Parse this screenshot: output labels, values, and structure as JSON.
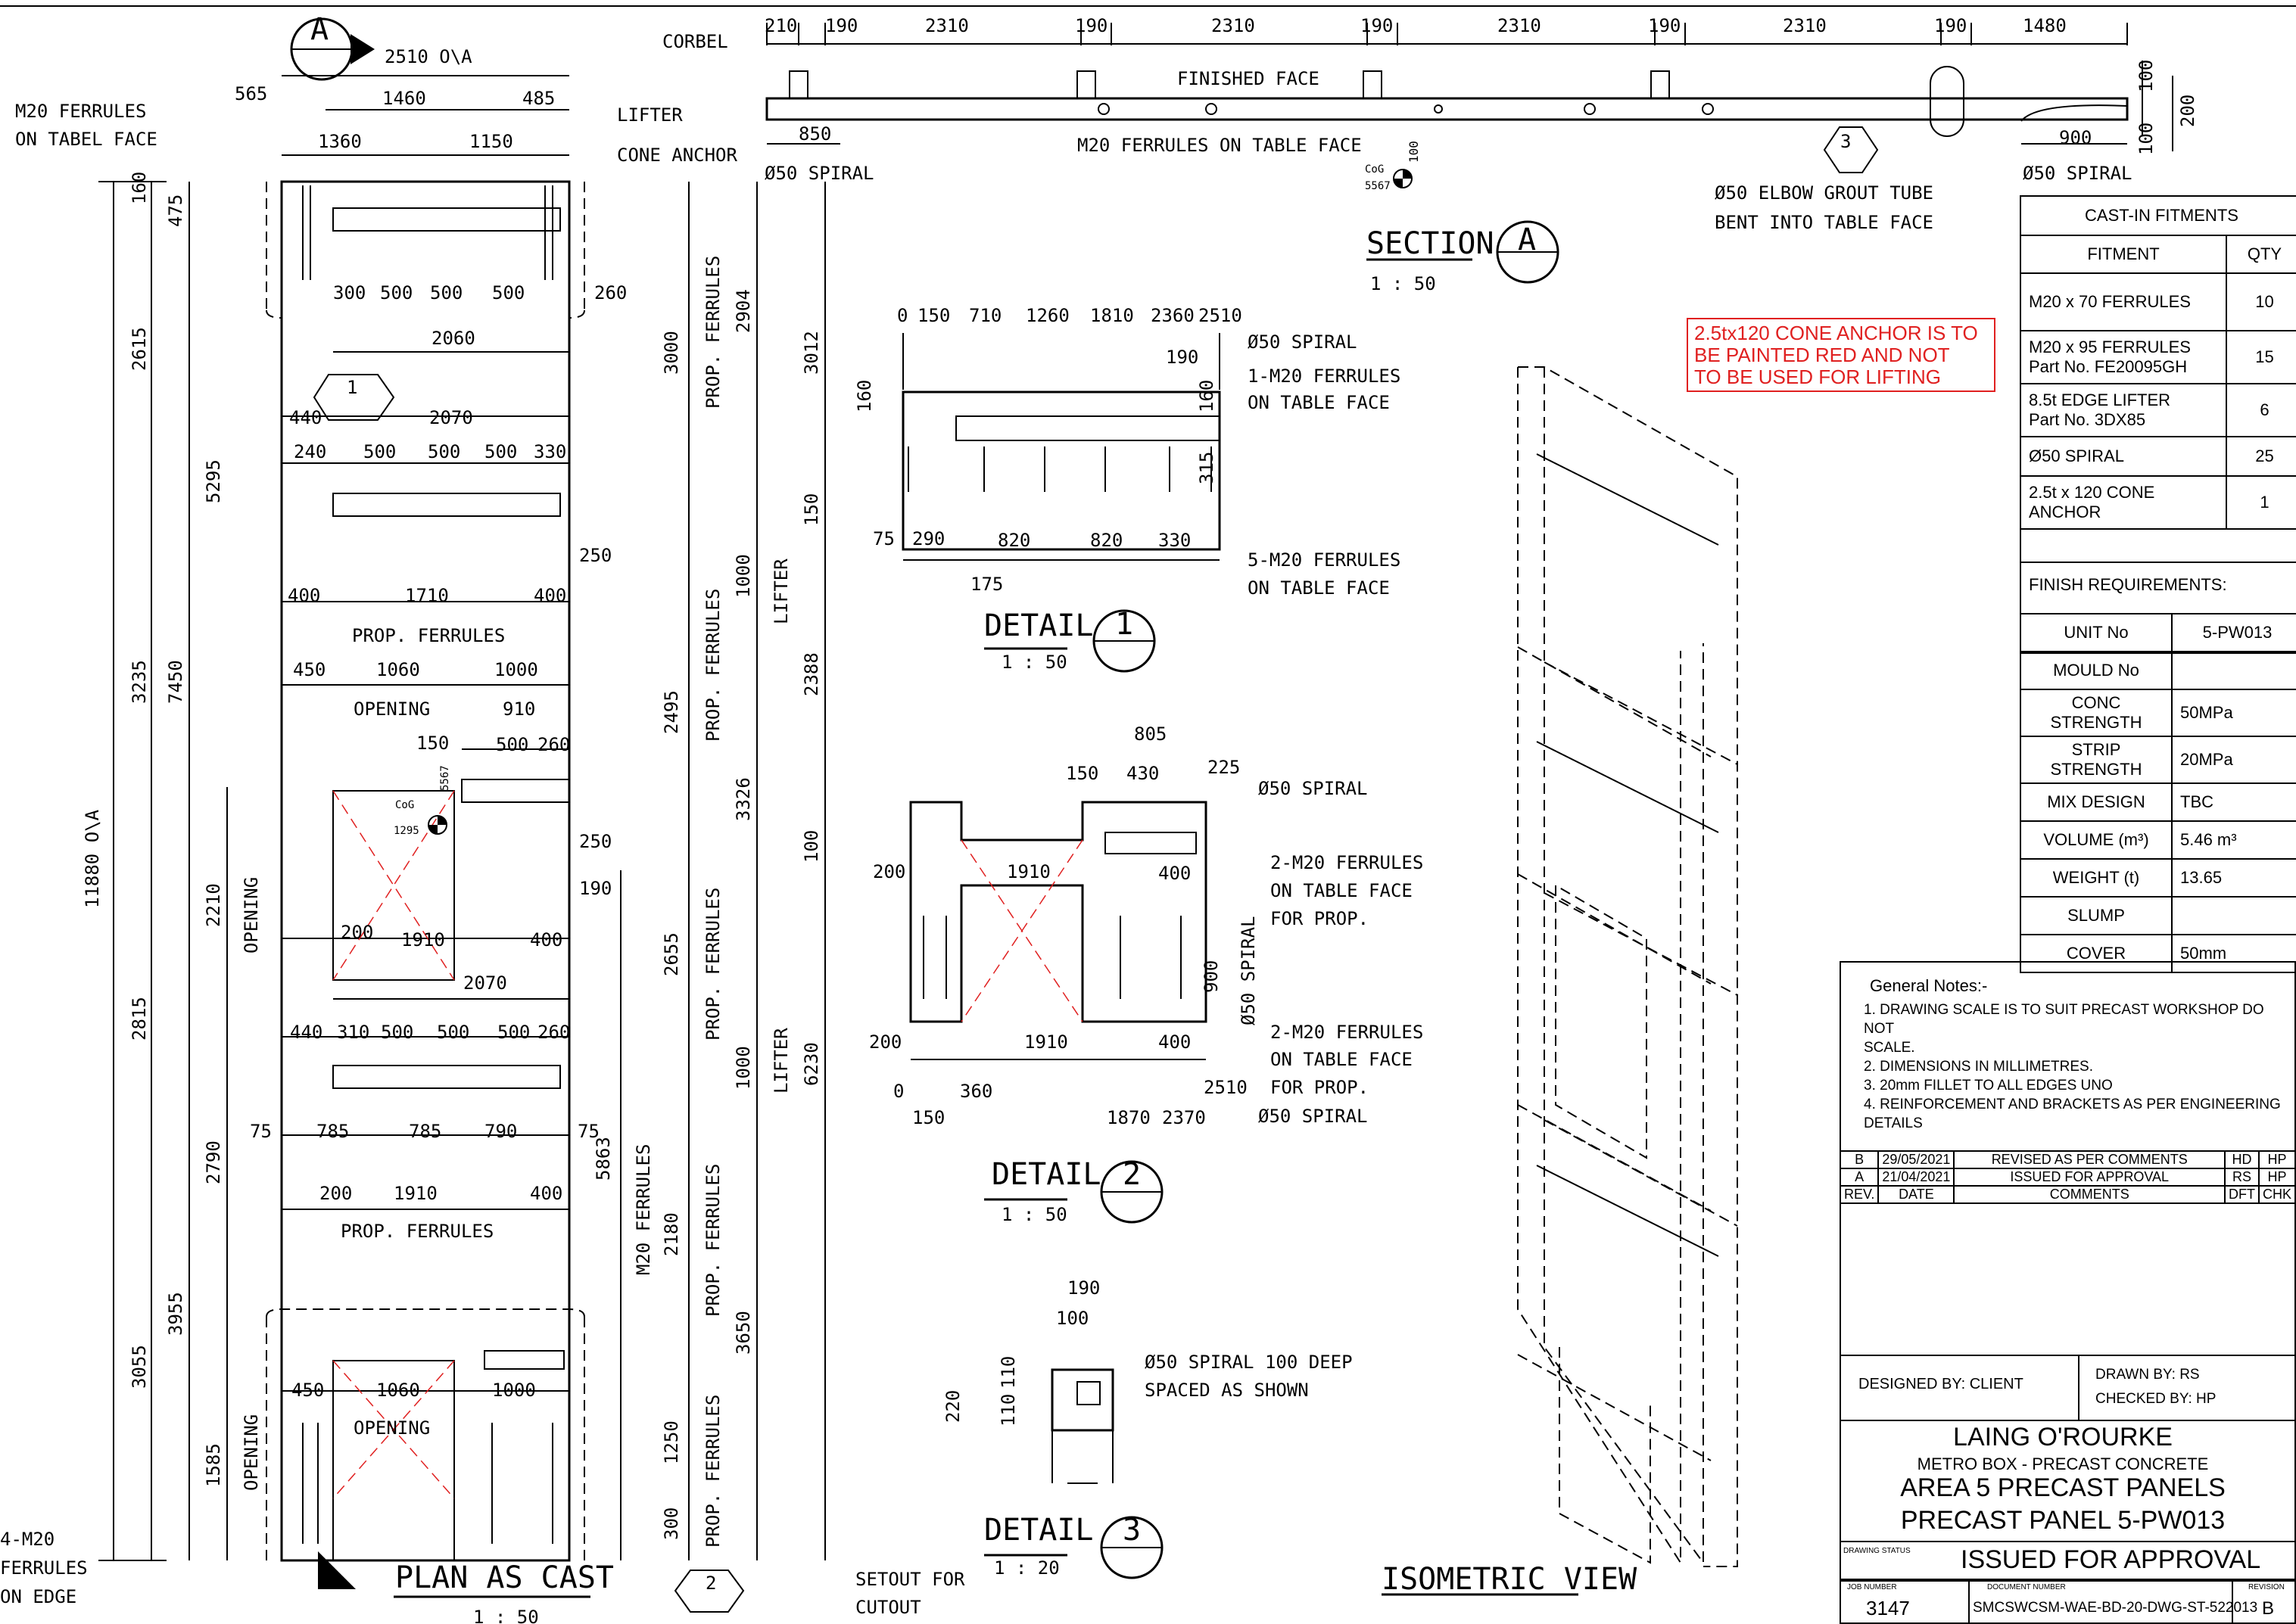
{
  "labels": {
    "ferrules_table_face_left": [
      "M20 FERRULES",
      "ON TABEL FACE"
    ],
    "corbel": "CORBEL",
    "lifter": "LIFTER",
    "cone_anchor": "CONE ANCHOR",
    "finished_face": "FINISHED FACE",
    "m20_table_face": "M20 FERRULES ON TABLE FACE",
    "spiral_50": "Ø50 SPIRAL",
    "spiral_50_right": "Ø50 SPIRAL",
    "elbow": [
      "Ø50 ELBOW GROUT TUBE",
      "BENT INTO TABLE FACE"
    ],
    "overall": "11880 O\\A",
    "top_overall": "2510 O\\A",
    "opening": "OPENING",
    "prop_ferrules": "PROP. FERRULES",
    "m20_ferrules": "M20 FERRULES",
    "lifter_v": "LIFTER",
    "four_m20": [
      "4-M20",
      "FERRULES",
      "ON EDGE"
    ],
    "setout": [
      "SETOUT FOR",
      "CUTOUT"
    ],
    "cog": "CoG",
    "cog_val": "5567",
    "cog_val2": "1295"
  },
  "views": {
    "section": {
      "title": "SECTION",
      "mark": "A",
      "sub": "-",
      "scale": "1 : 50"
    },
    "plan": {
      "title": "PLAN AS CAST",
      "scale": "1 : 50"
    },
    "detail1": {
      "title": "DETAIL",
      "mark": "1",
      "sub": "-",
      "scale": "1 : 50"
    },
    "detail2": {
      "title": "DETAIL",
      "mark": "2",
      "sub": "-",
      "scale": "1 : 50"
    },
    "detail3": {
      "title": "DETAIL",
      "mark": "3",
      "sub": "-",
      "scale": "1 : 20"
    },
    "iso": {
      "title": "ISOMETRIC VIEW"
    }
  },
  "section_marker": {
    "mark": "A",
    "sub": "-"
  },
  "callouts": {
    "c3": "3",
    "c2": "2",
    "c1": "1",
    "dash": "-"
  },
  "detail1_labels": {
    "spiral": "Ø50 SPIRAL",
    "f1": [
      "1-M20 FERRULES",
      "ON TABLE FACE"
    ],
    "f5": [
      "5-M20 FERRULES",
      "ON TABLE FACE"
    ]
  },
  "detail2_labels": {
    "spiral": "Ø50 SPIRAL",
    "f2a": [
      "2-M20 FERRULES",
      "ON TABLE FACE",
      "FOR PROP."
    ],
    "f2b": [
      "2-M20 FERRULES",
      "ON TABLE FACE",
      "FOR PROP."
    ],
    "spiral_bottom": "Ø50 SPIRAL",
    "spiral_v": "Ø50 SPIRAL"
  },
  "detail3_labels": {
    "spiral": [
      "Ø50 SPIRAL 100 DEEP",
      "SPACED AS SHOWN"
    ]
  },
  "dims": {
    "top": [
      "210",
      "190",
      "2310",
      "190",
      "2310",
      "190",
      "2310",
      "190",
      "2310",
      "190",
      "1480"
    ],
    "sec": [
      "850",
      "900",
      "100",
      "200",
      "100"
    ],
    "plan_top": [
      "565",
      "1460",
      "485",
      "1360",
      "1150"
    ],
    "plan_left": [
      "160",
      "475",
      "2615",
      "5295",
      "3235",
      "7450",
      "2210",
      "2815",
      "2790",
      "3955",
      "3055",
      "1585"
    ],
    "plan_inner": [
      "300",
      "500",
      "500",
      "500",
      "260",
      "2060",
      "440",
      "2070",
      "240",
      "500",
      "500",
      "500",
      "330",
      "250",
      "400",
      "1710",
      "400",
      "450",
      "1060",
      "1000",
      "910",
      "150",
      "500",
      "260",
      "250",
      "190",
      "200",
      "1910",
      "400",
      "2070",
      "440",
      "310",
      "500",
      "500",
      "500",
      "260",
      "75",
      "785",
      "785",
      "790",
      "75",
      "200",
      "1910",
      "400",
      "450",
      "1060",
      "1000"
    ],
    "plan_right": [
      "3000",
      "2904",
      "3012",
      "1000",
      "150",
      "2495",
      "2388",
      "3326",
      "100",
      "5863",
      "2655",
      "1000",
      "6230",
      "2180",
      "3650",
      "1250",
      "300"
    ],
    "d1": [
      "0",
      "150",
      "710",
      "1260",
      "1810",
      "2360",
      "2510",
      "190",
      "160",
      "160",
      "315",
      "75",
      "290",
      "820",
      "820",
      "330",
      "175"
    ],
    "d2": [
      "805",
      "150",
      "430",
      "225",
      "200",
      "1910",
      "400",
      "900",
      "200",
      "1910",
      "400",
      "2510",
      "0",
      "360",
      "150",
      "1870",
      "2370"
    ],
    "d3": [
      "190",
      "100",
      "220",
      "110",
      "110"
    ]
  },
  "fitments": {
    "title": "CAST-IN FITMENTS",
    "headers": [
      "FITMENT",
      "QTY"
    ],
    "rows": [
      {
        "name": [
          "M20 x 70 FERRULES"
        ],
        "qty": "10"
      },
      {
        "name": [
          "M20 x 95 FERRULES",
          "Part No. FE20095GH"
        ],
        "qty": "15"
      },
      {
        "name": [
          "8.5t EDGE LIFTER",
          "Part No. 3DX85"
        ],
        "qty": "6"
      },
      {
        "name": [
          "Ø50 SPIRAL"
        ],
        "qty": "25"
      },
      {
        "name": [
          "2.5t x 120 CONE",
          "ANCHOR"
        ],
        "qty": "1"
      }
    ]
  },
  "finish": {
    "label": "FINISH REQUIREMENTS:"
  },
  "props": [
    {
      "k": "UNIT No",
      "v": "5-PW013"
    },
    {
      "k": "MOULD No",
      "v": ""
    },
    {
      "k": "CONC STRENGTH",
      "v": "50MPa"
    },
    {
      "k": "STRIP STRENGTH",
      "v": "20MPa"
    },
    {
      "k": "MIX DESIGN",
      "v": "TBC"
    },
    {
      "k": "VOLUME (m³)",
      "v": "5.46 m³"
    },
    {
      "k": "WEIGHT (t)",
      "v": "13.65"
    },
    {
      "k": "SLUMP",
      "v": ""
    },
    {
      "k": "COVER",
      "v": "50mm"
    }
  ],
  "red_note": [
    "2.5tx120 CONE ANCHOR IS TO",
    "BE PAINTED RED AND NOT",
    "TO BE USED FOR LIFTING"
  ],
  "notes": {
    "title": "General Notes:-",
    "lines": [
      "1. DRAWING SCALE IS TO SUIT PRECAST WORKSHOP DO NOT",
      "SCALE.",
      "2. DIMENSIONS IN MILLIMETRES.",
      "3. 20mm FILLET TO ALL EDGES UNO",
      "4. REINFORCEMENT AND BRACKETS AS PER ENGINEERING",
      "DETAILS"
    ]
  },
  "revisions": {
    "rows": [
      {
        "rev": "B",
        "date": "29/05/2021",
        "comment": "REVISED AS PER COMMENTS",
        "dft": "HD",
        "chk": "HP"
      },
      {
        "rev": "A",
        "date": "21/04/2021",
        "comment": "ISSUED FOR APPROVAL",
        "dft": "RS",
        "chk": "HP"
      }
    ],
    "headers": {
      "rev": "REV.",
      "date": "DATE",
      "comment": "COMMENTS",
      "dft": "DFT",
      "chk": "CHK"
    }
  },
  "titleblock": {
    "designed_by": "DESIGNED BY:",
    "designer": "CLIENT",
    "drawn_by": "DRAWN BY:",
    "drawn": "RS",
    "checked_by": "CHECKED BY:",
    "checked": "HP",
    "company": "LAING O'ROURKE",
    "project": "METRO BOX - PRECAST CONCRETE",
    "title1": "AREA 5 PRECAST PANELS",
    "title2": "PRECAST PANEL 5-PW013",
    "status_label": "DRAWING STATUS",
    "status": "ISSUED FOR APPROVAL",
    "job_label": "JOB NUMBER",
    "job": "3147",
    "doc_label": "DOCUMENT NUMBER",
    "doc": "SMCSWCSM-WAE-BD-20-DWG-ST-522013",
    "rev_label": "REVISION",
    "rev": "B"
  }
}
